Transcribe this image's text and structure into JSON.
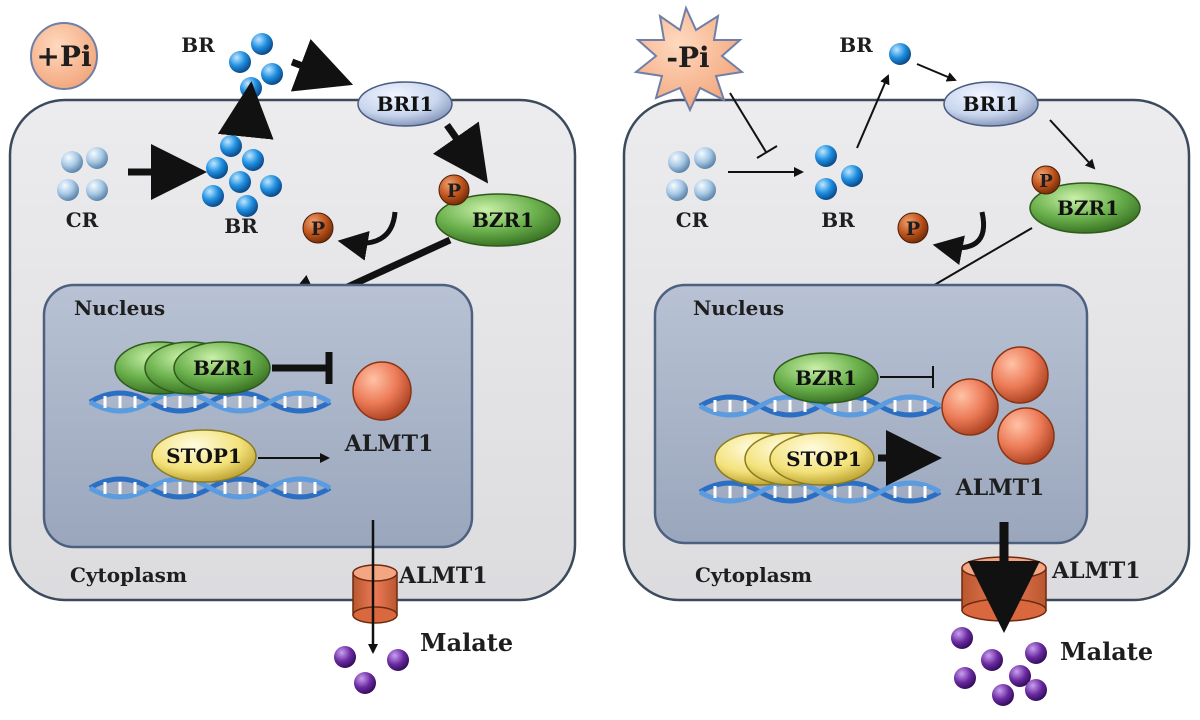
{
  "left_panel": {
    "condition": "+Pi",
    "br_top": "BR",
    "cr": "CR",
    "br_mid": "BR",
    "bri1": "BRI1",
    "phospho": "P",
    "phospho_free": "P",
    "bzr1_cyto": "BZR1",
    "nucleus": "Nucleus",
    "bzr1_nuc": "BZR1",
    "stop1": "STOP1",
    "almt1_nuc": "ALMT1",
    "cytoplasm": "Cytoplasm",
    "almt1_membrane": "ALMT1",
    "malate": "Malate"
  },
  "right_panel": {
    "condition": "-Pi",
    "br_top": "BR",
    "cr": "CR",
    "br_mid": "BR",
    "bri1": "BRI1",
    "phospho": "P",
    "phospho_free": "P",
    "bzr1_cyto": "BZR1",
    "nucleus": "Nucleus",
    "bzr1_nuc": "BZR1",
    "stop1": "STOP1",
    "almt1_nuc": "ALMT1",
    "cytoplasm": "Cytoplasm",
    "almt1_membrane": "ALMT1",
    "malate": "Malate"
  },
  "colors": {
    "cell_fill": "#e4e4e6",
    "nucleus_fill": "#a8b4c8",
    "br_blue": "#1f8fe0",
    "cr_blue": "#a9c9e6",
    "bri1_fill": "#c9d6ee",
    "bzr1_green": "#6ab04c",
    "stop1_yellow": "#f3e27a",
    "almt1_orange": "#ec7a57",
    "phospho_brown": "#c0541c",
    "malate_purple": "#6a2aa0",
    "dna_blue": "#3a7fd0"
  }
}
